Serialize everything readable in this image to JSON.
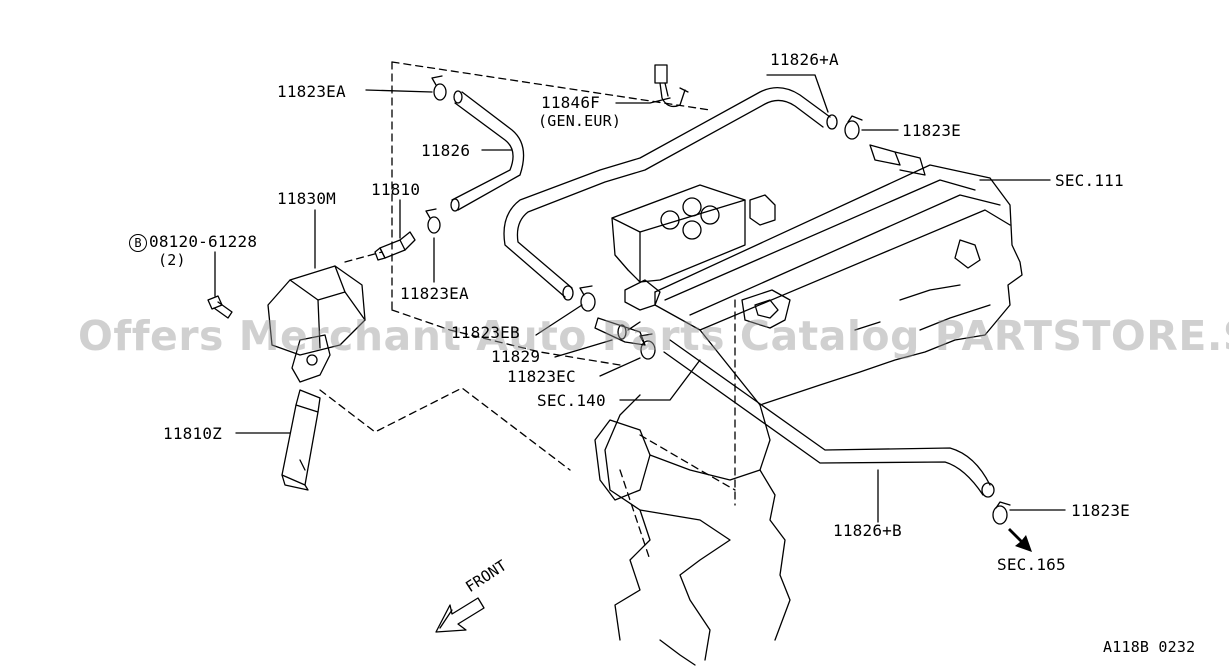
{
  "labels": {
    "p11823EA_top": "11823EA",
    "p11846F": "11846F",
    "p11846F_note": "(GEN.EUR)",
    "p11826_A": "11826+A",
    "p11823E_top": "11823E",
    "pSEC111": "SEC.111",
    "p11826": "11826",
    "p11810": "11810",
    "p11830M": "11830M",
    "pBolt_circle": "B",
    "pBolt": "08120-61228",
    "pBolt_qty": "(2)",
    "p11823EA_bottom": "11823EA",
    "p11823EB": "11823EB",
    "p11829": "11829",
    "p11823EC": "11823EC",
    "pSEC140": "SEC.140",
    "p11810Z": "11810Z",
    "p11826_B": "11826+B",
    "p11823E_bottom": "11823E",
    "pSEC165": "SEC.165",
    "front": "FRONT"
  },
  "watermark": "Offers Merchant Auto Parts Catalog PARTSTORE.SA",
  "figure_code": "A118B 0232",
  "colors": {
    "line": "#000000",
    "watermark": "#969696"
  }
}
